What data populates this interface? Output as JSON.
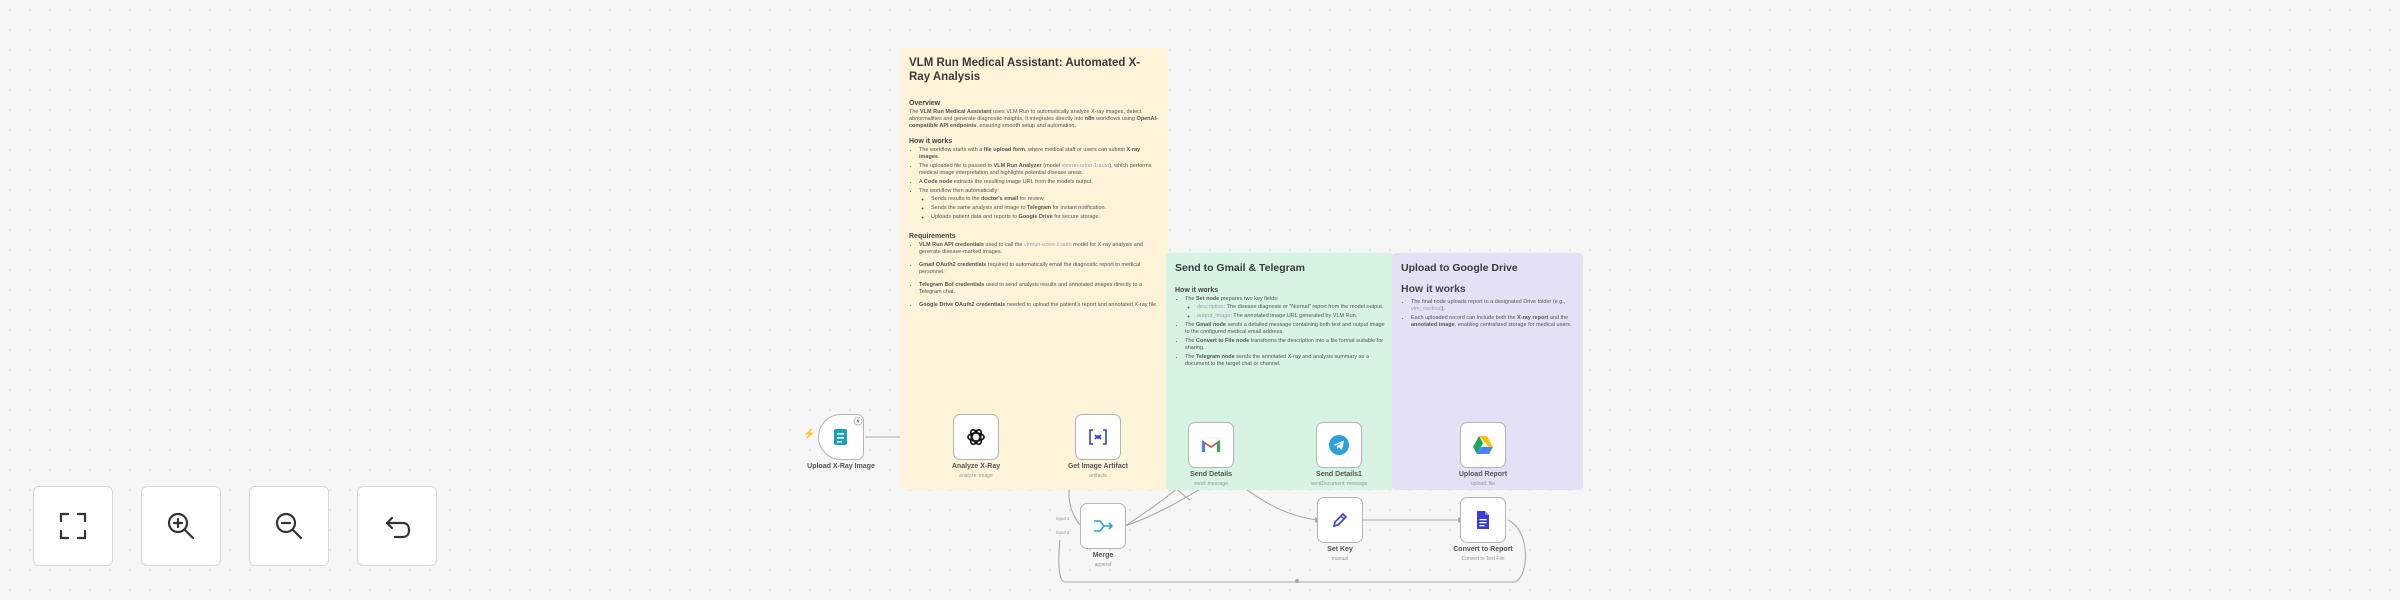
{
  "notes": {
    "main": {
      "title": "VLM Run Medical Assistant: Automated X-Ray Analysis",
      "overview_heading": "Overview",
      "overview_parts": [
        "The ",
        "VLM Run Medical Assistant",
        " uses VLM Run to automatically analyze X-ray images, detect abnormalities and generate diagnostic insights. It integrates directly into ",
        "n8n",
        " workflows using ",
        "OpenAI-compatible API endpoints",
        ", ensuring smooth setup and automation."
      ],
      "how_heading": "How it works",
      "how_items": [
        [
          "The workflow starts with a ",
          "file upload form",
          ", where medical staff or users can submit ",
          "X-ray images",
          "."
        ],
        [
          "The uploaded file is passed to ",
          "VLM Run Analyzer",
          " (model ",
          "vlmrun-orion-1:auto",
          "), which performs medical image interpretation and highlights potential disease areas."
        ],
        [
          "A ",
          "Code node",
          " extracts the resulting image URL from the models output."
        ],
        [
          "The workflow then automatically:"
        ]
      ],
      "how_subitems": [
        [
          "Sends results to the ",
          "doctor's email",
          " for review."
        ],
        [
          "Sends the same analysis and image to ",
          "Telegram",
          " for instant notification."
        ],
        [
          "Uploads patient data and reports to ",
          "Google Drive",
          " for secure storage."
        ]
      ],
      "req_heading": "Requirements",
      "req_items": [
        [
          "VLM Run API credentials",
          " used to call the ",
          "vlmrun-orion-1:auto",
          " model for X-ray analysis and generate disease-marked images."
        ],
        [
          "Gmail OAuth2 credentials",
          " required to automatically email the diagnostic report to medical personnel."
        ],
        [
          "Telegram Bot credentials",
          " used to send analysis results and annotated images directly to a Telegram chat."
        ],
        [
          "Google Drive OAuth2 credentials",
          " needed to upload the patient's report and annotated X-ray file."
        ]
      ]
    },
    "send": {
      "title": "Send to Gmail & Telegram",
      "how_heading": "How it works",
      "items": [
        [
          "The ",
          "Set node",
          " prepares two key fields:"
        ],
        [
          "The ",
          "Gmail node",
          " sends a detailed message containing both text and output image to the configured medical email address."
        ],
        [
          "The ",
          "Convert to File node",
          " transforms the description into a file format suitable for sharing."
        ],
        [
          "The ",
          "Telegram node",
          " sends the annotated X-ray and analysis summary as a document to the target chat or channel."
        ]
      ],
      "subitems": [
        [
          "description",
          ": The disease diagnosis or \"Normal\" report from the model output."
        ],
        [
          "output_image",
          ": The annotated image URL generated by VLM Run."
        ]
      ]
    },
    "upload": {
      "title": "Upload to Google Drive",
      "how_heading": "How it works",
      "items": [
        [
          "The final node uploads report to a designated Drive folder (e.g., ",
          "vlm_medical",
          ")."
        ],
        [
          "Each uploaded record can include both the ",
          "X-ray report",
          " and the ",
          "annotated image",
          ", enabling centralized storage for medical users."
        ]
      ]
    }
  },
  "nodes": {
    "upload_xray": {
      "label": "Upload X-Ray Image"
    },
    "analyze": {
      "label": "Analyze X-Ray",
      "sub": "analyze: image"
    },
    "get_image": {
      "label": "Get Image Artifact",
      "sub": "artifacts"
    },
    "send_details_gmail": {
      "label": "Send Details",
      "sub": "send: message"
    },
    "send_details_telegram": {
      "label": "Send Details1",
      "sub": "sendDocument: message"
    },
    "upload_report": {
      "label": "Upload Report",
      "sub": "upload: file"
    },
    "merge": {
      "label": "Merge",
      "sub": "append",
      "input1": "input 1",
      "input2": "input 2"
    },
    "set_key": {
      "label": "Set Key",
      "sub": "manual"
    },
    "convert_report": {
      "label": "Convert to Report",
      "sub": "Convert to Text File"
    }
  },
  "controls": {
    "fit": "fit-view",
    "zoom_in": "zoom-in",
    "zoom_out": "zoom-out",
    "reset": "reset-zoom"
  },
  "colors": {
    "yellow_note": "#fdf3d8",
    "green_note": "#d7f3e1",
    "purple_note": "#e4e1f6",
    "gmail_red": "#ea4335",
    "telegram_blue": "#2aa0dd",
    "drive_green": "#1fa463",
    "drive_yellow": "#ffc107",
    "drive_blue": "#4285f4",
    "node_purple": "#3a3fcf",
    "trigger_teal": "#17a2b8"
  }
}
